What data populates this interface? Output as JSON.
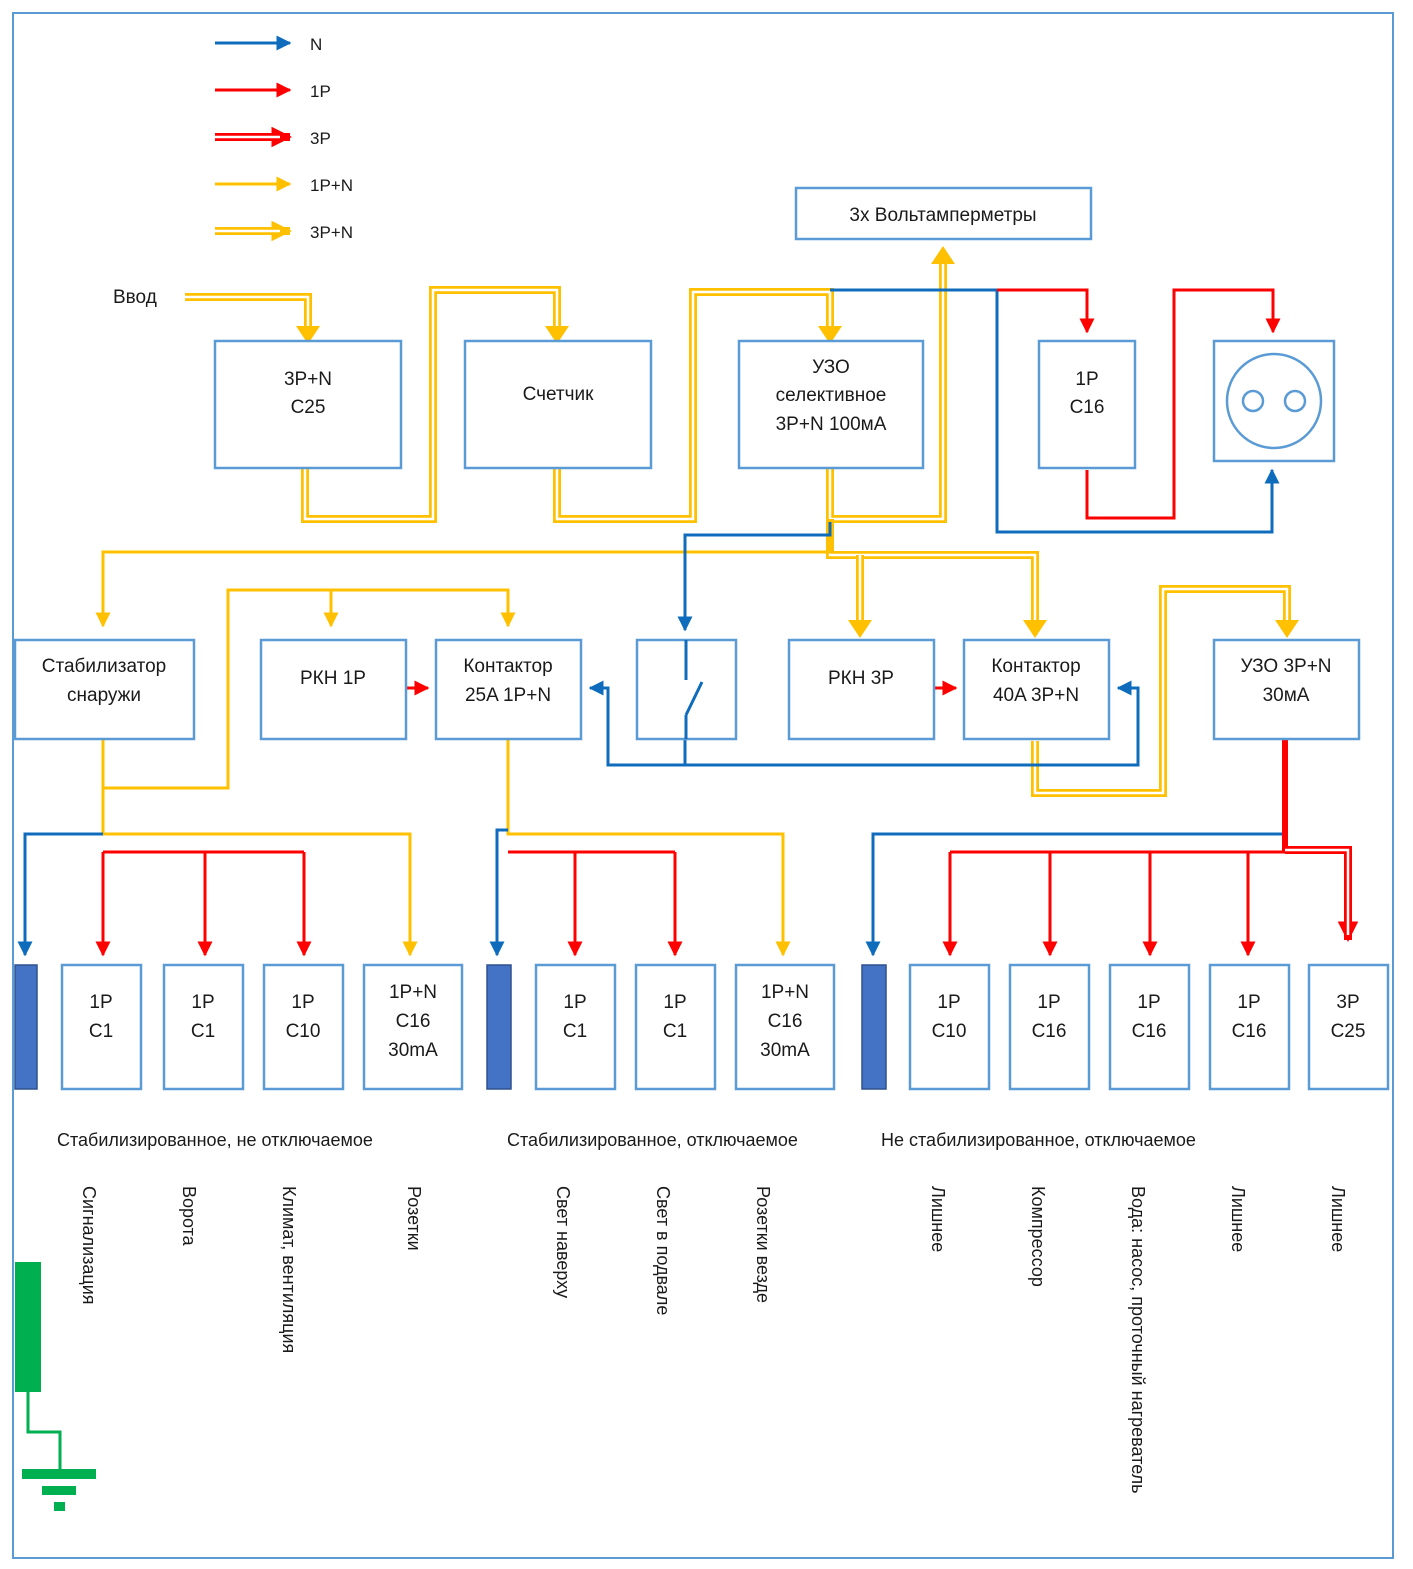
{
  "colors": {
    "n": "#0f6cbd",
    "phase": "#ff0000",
    "phase_n": "#ffc000",
    "box": "#5b9bd5",
    "bus": "#4472c4",
    "earth": "#00b050"
  },
  "legend": [
    "N",
    "1P",
    "3P",
    "1P+N",
    "3P+N"
  ],
  "input_label": "Ввод",
  "boxes": {
    "main_breaker": [
      "3P+N",
      "C25"
    ],
    "meter": [
      "Счетчик"
    ],
    "rcd_selective": [
      "УЗО",
      "селективное",
      "3P+N 100мА"
    ],
    "voltammeters": [
      "3x Вольтамперметры"
    ],
    "breaker_1p_c16": [
      "1P",
      "C16"
    ],
    "stabilizer": [
      "Стабилизатор",
      "снаружи"
    ],
    "rkn_1p": [
      "РКН 1Р"
    ],
    "contactor_25a": [
      "Контактор",
      "25A 1P+N"
    ],
    "rkn_3p": [
      "РКН 3Р"
    ],
    "contactor_40a": [
      "Контактор",
      "40A 3P+N"
    ],
    "rcd_3p_n": [
      "УЗО 3P+N",
      "30мА"
    ]
  },
  "groups": [
    {
      "title": "Стабилизированное, не отключаемое",
      "breakers": [
        [
          "1P",
          "C1"
        ],
        [
          "1P",
          "C1"
        ],
        [
          "1P",
          "C10"
        ],
        [
          "1P+N",
          "C16",
          "30mA"
        ]
      ],
      "loads": [
        "Сигнализация",
        "Ворота",
        "Климат, вентиляция",
        "Розетки"
      ]
    },
    {
      "title": "Стабилизированное, отключаемое",
      "breakers": [
        [
          "1P",
          "C1"
        ],
        [
          "1P",
          "C1"
        ],
        [
          "1P+N",
          "C16",
          "30mA"
        ]
      ],
      "loads": [
        "Свет наверху",
        "Свет в подвале",
        "Розетки везде"
      ]
    },
    {
      "title": "Не стабилизированное, отключаемое",
      "breakers": [
        [
          "1P",
          "C10"
        ],
        [
          "1P",
          "C16"
        ],
        [
          "1P",
          "C16"
        ],
        [
          "1P",
          "C16"
        ],
        [
          "3P",
          "C25"
        ]
      ],
      "loads": [
        "Лишнее",
        "Компрессор",
        "Вода: насос, проточный нагреватель",
        "Лишнее",
        "Лишнее"
      ]
    }
  ]
}
